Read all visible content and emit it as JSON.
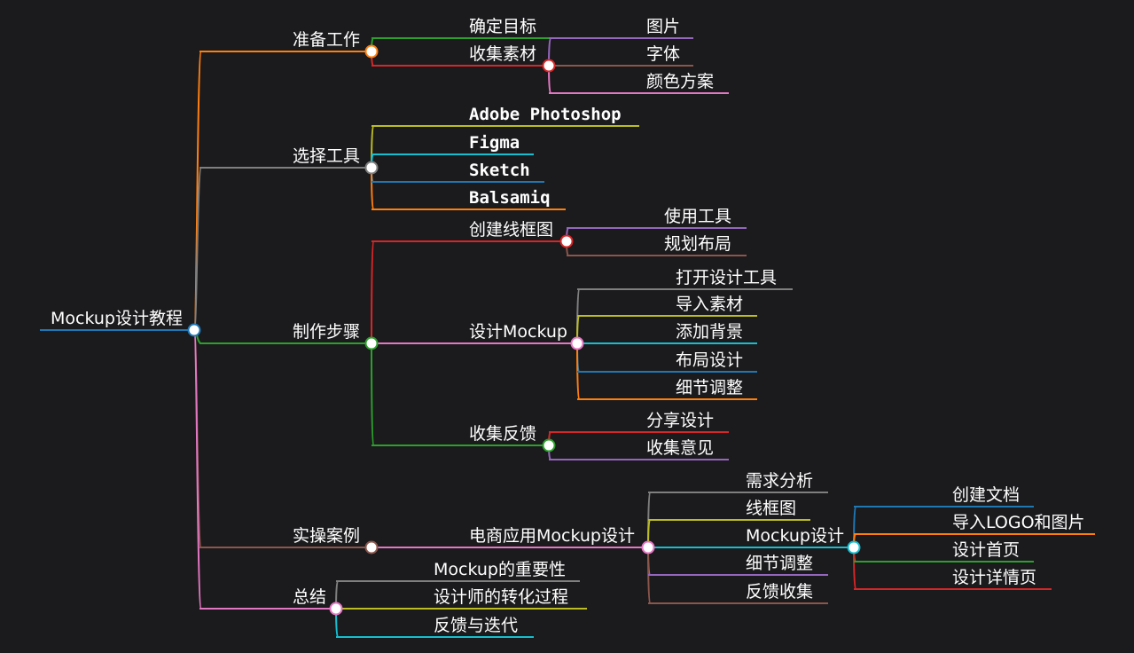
{
  "root": {
    "label": "Mockup设计教程",
    "color": "#1f77b4",
    "children": [
      {
        "label": "准备工作",
        "color": "#ff7f0e",
        "children": [
          {
            "label": "确定目标",
            "color": "#2ca02c"
          },
          {
            "label": "收集素材",
            "color": "#d62728",
            "children": [
              {
                "label": "图片",
                "color": "#9467bd"
              },
              {
                "label": "字体",
                "color": "#8c564b"
              },
              {
                "label": "颜色方案",
                "color": "#e377c2"
              }
            ]
          }
        ]
      },
      {
        "label": "选择工具",
        "color": "#7f7f7f",
        "children": [
          {
            "label": "Adobe Photoshop",
            "color": "#bcbd22"
          },
          {
            "label": "Figma",
            "color": "#17becf"
          },
          {
            "label": "Sketch",
            "color": "#1f77b4"
          },
          {
            "label": "Balsamiq",
            "color": "#ff7f0e"
          }
        ]
      },
      {
        "label": "制作步骤",
        "color": "#2ca02c",
        "children": [
          {
            "label": "创建线框图",
            "color": "#d62728",
            "children": [
              {
                "label": "使用工具",
                "color": "#9467bd"
              },
              {
                "label": "规划布局",
                "color": "#8c564b"
              }
            ]
          },
          {
            "label": "设计Mockup",
            "color": "#e377c2",
            "children": [
              {
                "label": "打开设计工具",
                "color": "#7f7f7f"
              },
              {
                "label": "导入素材",
                "color": "#bcbd22"
              },
              {
                "label": "添加背景",
                "color": "#17becf"
              },
              {
                "label": "布局设计",
                "color": "#1f77b4"
              },
              {
                "label": "细节调整",
                "color": "#ff7f0e"
              }
            ]
          },
          {
            "label": "收集反馈",
            "color": "#2ca02c",
            "children": [
              {
                "label": "分享设计",
                "color": "#d62728"
              },
              {
                "label": "收集意见",
                "color": "#9467bd"
              }
            ]
          }
        ]
      },
      {
        "label": "实操案例",
        "color": "#8c564b",
        "children": [
          {
            "label": "电商应用Mockup设计",
            "color": "#e377c2",
            "children": [
              {
                "label": "需求分析",
                "color": "#7f7f7f"
              },
              {
                "label": "线框图",
                "color": "#bcbd22"
              },
              {
                "label": "Mockup设计",
                "color": "#17becf",
                "children": [
                  {
                    "label": "创建文档",
                    "color": "#1f77b4"
                  },
                  {
                    "label": "导入LOGO和图片",
                    "color": "#ff7f0e"
                  },
                  {
                    "label": "设计首页",
                    "color": "#2ca02c"
                  },
                  {
                    "label": "设计详情页",
                    "color": "#d62728"
                  }
                ]
              },
              {
                "label": "细节调整",
                "color": "#9467bd"
              },
              {
                "label": "反馈收集",
                "color": "#8c564b"
              }
            ]
          }
        ]
      },
      {
        "label": "总结",
        "color": "#e377c2",
        "children": [
          {
            "label": "Mockup的重要性",
            "color": "#7f7f7f"
          },
          {
            "label": "设计师的转化过程",
            "color": "#bcbd22"
          },
          {
            "label": "反馈与迭代",
            "color": "#17becf"
          }
        ]
      }
    ]
  }
}
